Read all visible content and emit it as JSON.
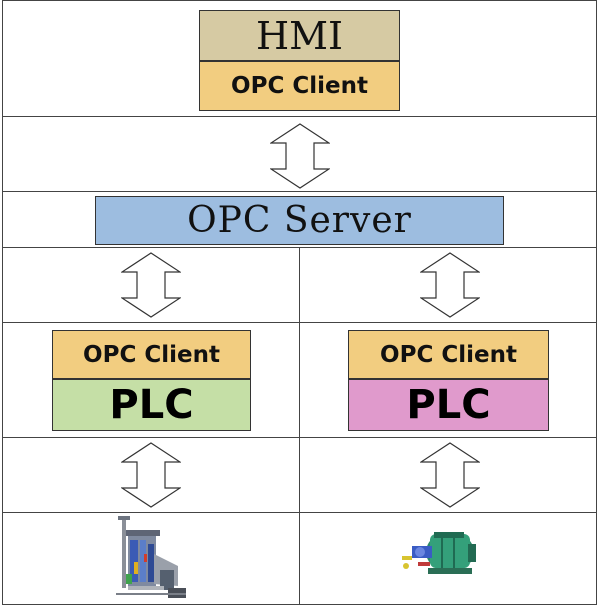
{
  "hmi": {
    "label": "HMI",
    "client_label": "OPC  Client"
  },
  "server": {
    "label": "OPC  Server"
  },
  "left_node": {
    "client_label": "OPC  Client",
    "plc_label": "PLC"
  },
  "right_node": {
    "client_label": "OPC  Client",
    "plc_label": "PLC"
  },
  "colors": {
    "hmi_fill": "#d6caa3",
    "opc_client_fill": "#f2cd80",
    "opc_server_fill": "#9dbde0",
    "plc_left_fill": "#c5dfa6",
    "plc_right_fill": "#e09acc"
  },
  "icons": [
    "double-arrow-icon",
    "boiler-plant-icon",
    "turbine-icon"
  ]
}
